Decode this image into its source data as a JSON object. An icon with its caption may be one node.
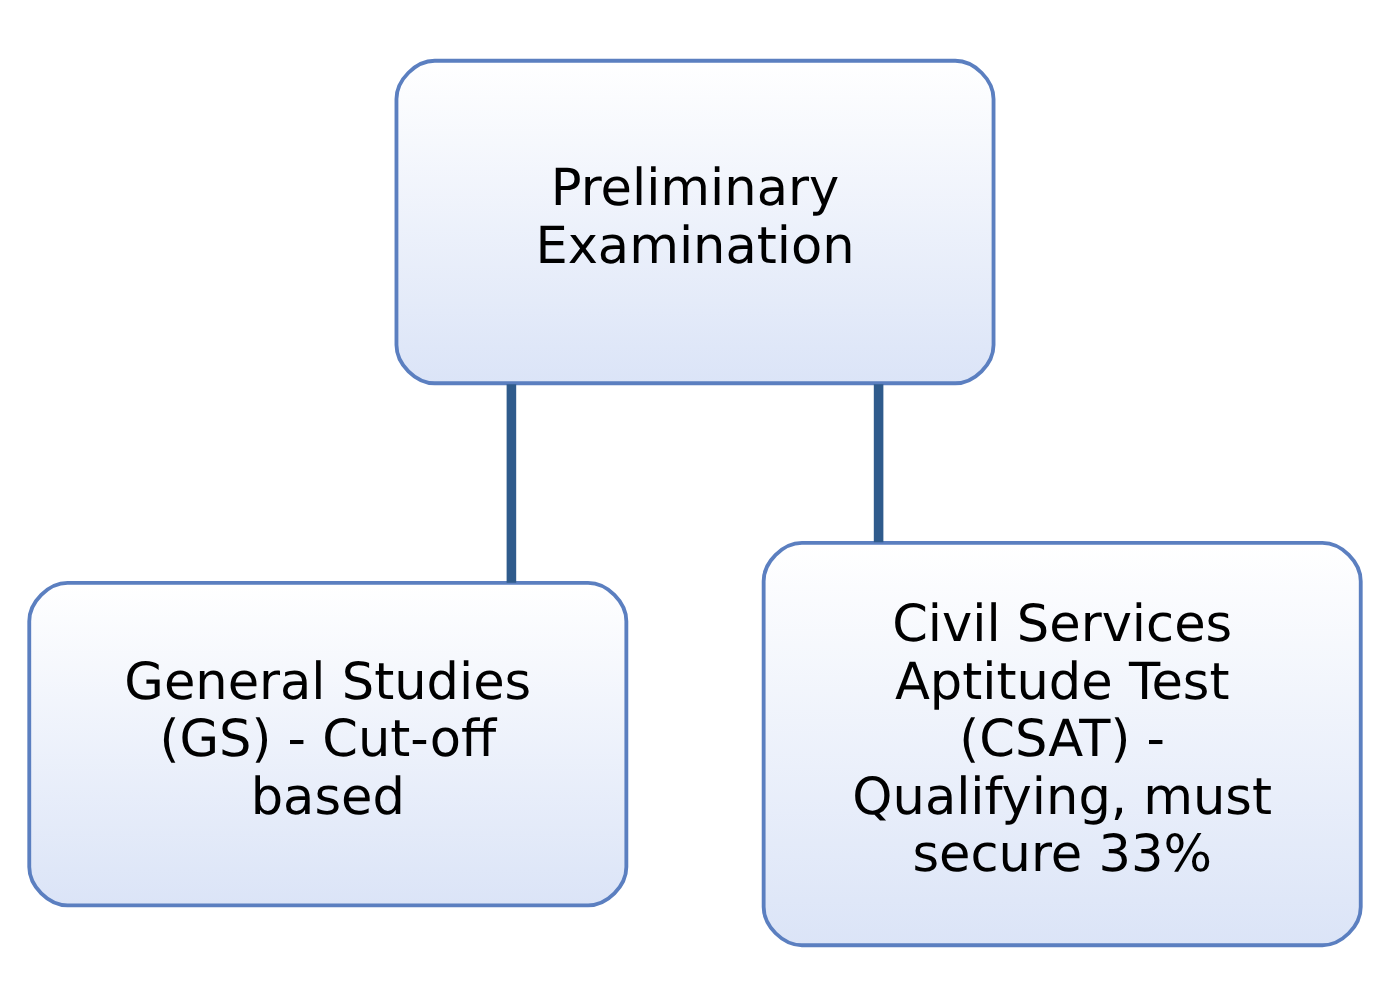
{
  "diagram": {
    "nodes": [
      {
        "text": [
          "Preliminary Examination"
        ]
      },
      {
        "text": [
          "General Studies (GS) - Cut-off based"
        ]
      },
      {
        "text": [
          "Civil Services Aptitude Test (CSAT) - Qualifying, must secure 33%"
        ]
      }
    ],
    "edges": [
      {
        "from": 0,
        "to": 1,
        "arrow": "none"
      },
      {
        "from": 0,
        "to": 2,
        "arrow": "none"
      }
    ]
  }
}
